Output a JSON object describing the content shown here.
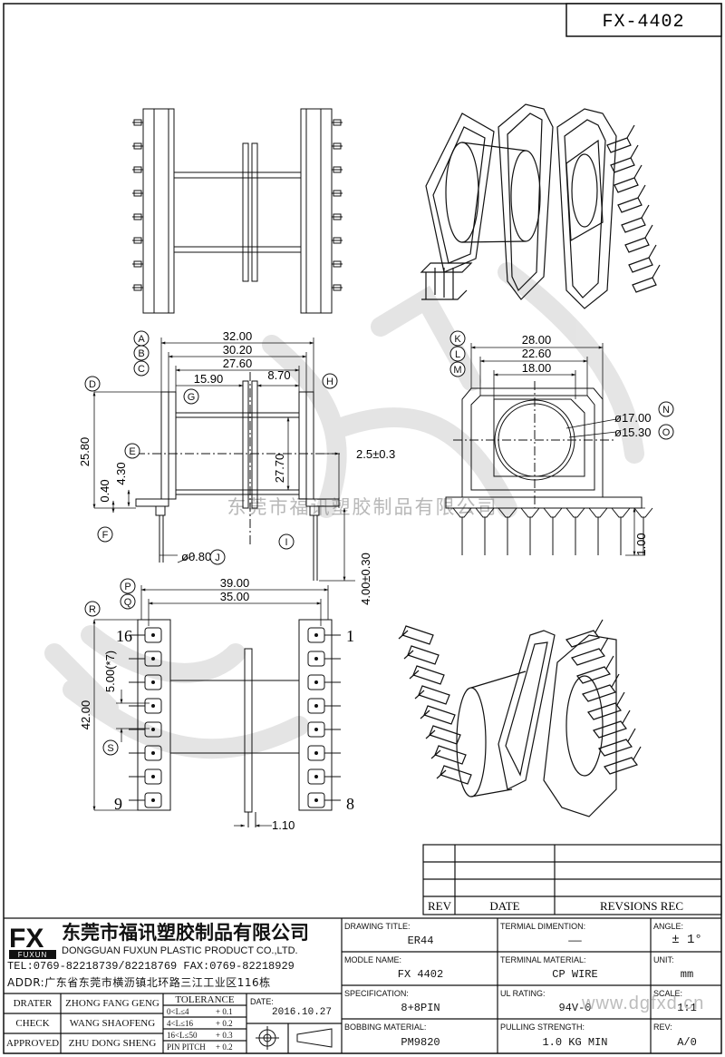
{
  "header": {
    "part_no": "FX-4402"
  },
  "watermark": "东莞市福讯塑胶制品有限公司",
  "side_view_top": {
    "dims": {
      "A": "32.00",
      "B": "30.20",
      "C": "27.60",
      "G": "15.90",
      "H": "8.70",
      "D": "25.80",
      "E": "4.30",
      "F": "0.40",
      "I": "27.70",
      "pin_offset": "2.5±0.3",
      "pin_dia": "ø0.80",
      "pin_len": "4.00±0.30"
    }
  },
  "front_view": {
    "dims": {
      "K": "28.00",
      "L": "22.60",
      "M": "18.00",
      "N": "ø17.00",
      "O": "ø15.30",
      "pin_len": "1.00"
    }
  },
  "bottom_view": {
    "dims": {
      "P": "39.00",
      "Q": "35.00",
      "R": "42.00",
      "S": "5.00(*7)",
      "flange": "1.10"
    },
    "pin_labels": {
      "tl": "16",
      "tr": "1",
      "bl": "9",
      "br": "8"
    }
  },
  "markers": [
    "A",
    "B",
    "C",
    "D",
    "E",
    "F",
    "G",
    "H",
    "I",
    "J",
    "K",
    "L",
    "M",
    "N",
    "O",
    "P",
    "Q",
    "R",
    "S"
  ],
  "revisions": {
    "headers": [
      "REV",
      "DATE",
      "REVSIONS REC"
    ]
  },
  "company": {
    "logo": "FX",
    "logo_sub": "FUXUN",
    "name_cn": "东莞市福讯塑胶制品有限公司",
    "name_en": "DONGGUAN FUXUN PLASTIC PRODUCT CO.,LTD.",
    "tel": "TEL:0769-82218739/82218769 FAX:0769-82218929",
    "addr": "ADDR:广东省东莞市横沥镇北环路三江工业区116栋"
  },
  "approvals": [
    {
      "role": "DRATER",
      "name": "ZHONG FANG GENG"
    },
    {
      "role": "CHECK",
      "name": "WANG SHAOFENG"
    },
    {
      "role": "APPROVED",
      "name": "ZHU DONG SHENG"
    }
  ],
  "tolerance": {
    "title": "TOLERANCE",
    "rows": [
      {
        "range": "0<L≤4",
        "tol": "+ 0.1"
      },
      {
        "range": "4<L≤16",
        "tol": "+ 0.2"
      },
      {
        "range": "16<L≤50",
        "tol": "+ 0.3"
      },
      {
        "range": "PIN PITCH",
        "tol": "+ 0.2"
      }
    ]
  },
  "date": {
    "label": "DATE:",
    "value": "2016.10.27"
  },
  "fields": {
    "drawing_title": {
      "label": "DRAWING TITLE:",
      "value": "ER44"
    },
    "terminal_dimension": {
      "label": "TERMIAL DIMENTION:",
      "value": "——"
    },
    "angle": {
      "label": "ANGLE:",
      "value": "± 1°"
    },
    "model_name": {
      "label": "MODLE NAME:",
      "value": "FX 4402"
    },
    "terminal_material": {
      "label": "TERMINAL MATERIAL:",
      "value": "CP WIRE"
    },
    "unit": {
      "label": "UNIT:",
      "value": "mm"
    },
    "specification": {
      "label": "SPECIFICATION:",
      "value": "8+8PIN"
    },
    "ul_rating": {
      "label": "UL RATING:",
      "value": "94V-0"
    },
    "scale": {
      "label": "SCALE:",
      "value": "1:1"
    },
    "bobbin_material": {
      "label": "BOBBING MATERIAL:",
      "value": "PM9820"
    },
    "pulling_strength": {
      "label": "PULLING STRENGTH:",
      "value": "1.0 KG MIN"
    },
    "rev": {
      "label": "REV:",
      "value": "A/0"
    }
  },
  "website": "www.dgfxd.cn"
}
